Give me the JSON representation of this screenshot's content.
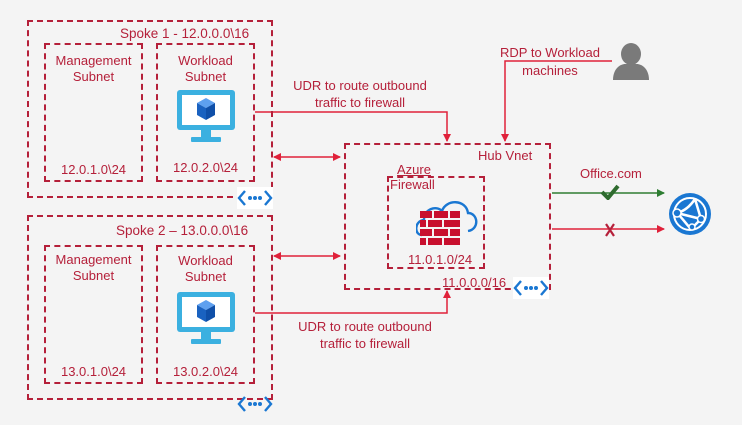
{
  "spoke1": {
    "title": "Spoke 1  - 12.0.0.0\\16",
    "management": {
      "line1": "Management",
      "line2": "Subnet",
      "cidr": "12.0.1.0\\24"
    },
    "workload": {
      "line1": "Workload",
      "line2": "Subnet",
      "cidr": "12.0.2.0\\24"
    }
  },
  "spoke2": {
    "title": "Spoke 2 – 13.0.0.0\\16",
    "management": {
      "line1": "Management",
      "line2": "Subnet",
      "cidr": "13.0.1.0\\24"
    },
    "workload": {
      "line1": "Workload",
      "line2": "Subnet",
      "cidr": "13.0.2.0\\24"
    }
  },
  "hub": {
    "title": "Hub Vnet",
    "cidr": "11.0.0.0/16",
    "firewall": {
      "line1": "Azure",
      "line2": "Firewall",
      "cidr": "11.0.1.0/24"
    }
  },
  "annotations": {
    "udr_top_line1": "UDR to route outbound",
    "udr_top_line2": "traffic to firewall",
    "udr_bottom_line1": "UDR to route outbound",
    "udr_bottom_line2": "traffic to firewall",
    "rdp_line1": "RDP to Workload",
    "rdp_line2": "machines",
    "office": "Office.com"
  },
  "icons": {
    "vm": "virtual-machine-icon",
    "vnet": "virtual-network-icon",
    "firewall": "firewall-icon",
    "user": "user-icon",
    "web": "web-app-icon",
    "allow": "checkmark-icon",
    "deny": "x-mark-icon"
  },
  "colors": {
    "border": "#b5203a",
    "arrow": "#e0213a",
    "allow": "#2e7d32",
    "azure_blue": "#1a77d2",
    "vm_blue": "#3bb0e0",
    "user_gray": "#7a7a7a"
  }
}
